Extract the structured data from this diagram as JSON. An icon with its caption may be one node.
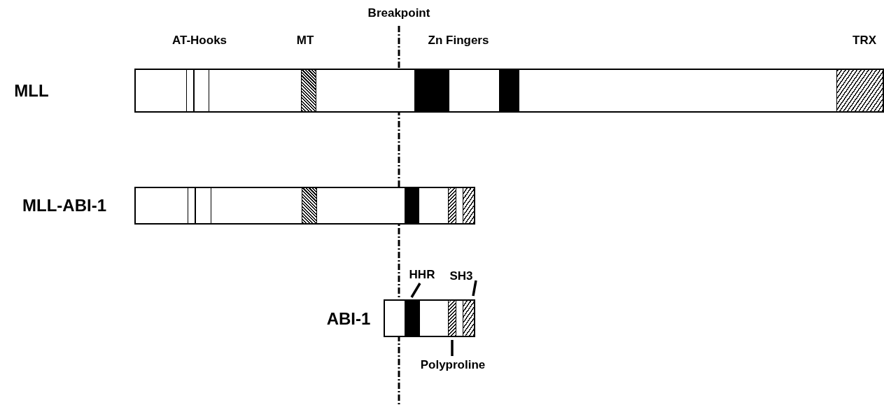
{
  "diagram": {
    "nodes": [
      {
        "text": [],
        "shape": "bar"
      },
      {
        "text": [],
        "shape": "bar"
      },
      {
        "text": [],
        "shape": "bar"
      },
      {
        "text": [],
        "shape": "bar"
      },
      {
        "text": [],
        "shape": "bar"
      },
      {
        "text": [],
        "shape": "bar"
      },
      {
        "text": [],
        "shape": "bar"
      },
      {
        "text": [],
        "shape": "bar"
      },
      {
        "text": [
          "HHR"
        ]
      },
      {
        "text": [
          "SH3"
        ]
      },
      {
        "text": [],
        "shape": "bar"
      },
      {
        "text": [],
        "shape": "bar"
      },
      {
        "text": [],
        "shape": "bar"
      },
      {
        "text": [
          "Polyproline"
        ]
      }
    ],
    "edges": [
      {
        "from": 8,
        "to": 10,
        "arrow": "none"
      },
      {
        "from": 9,
        "to": 12,
        "arrow": "none"
      },
      {
        "from": 13,
        "to": 11,
        "arrow": "none"
      }
    ],
    "labels": [
      "Breakpoint",
      "AT-Hooks",
      "MT",
      "Zn Fingers",
      "TRX",
      "MLL",
      "MLL-ABI-1",
      "ABI-1"
    ]
  }
}
